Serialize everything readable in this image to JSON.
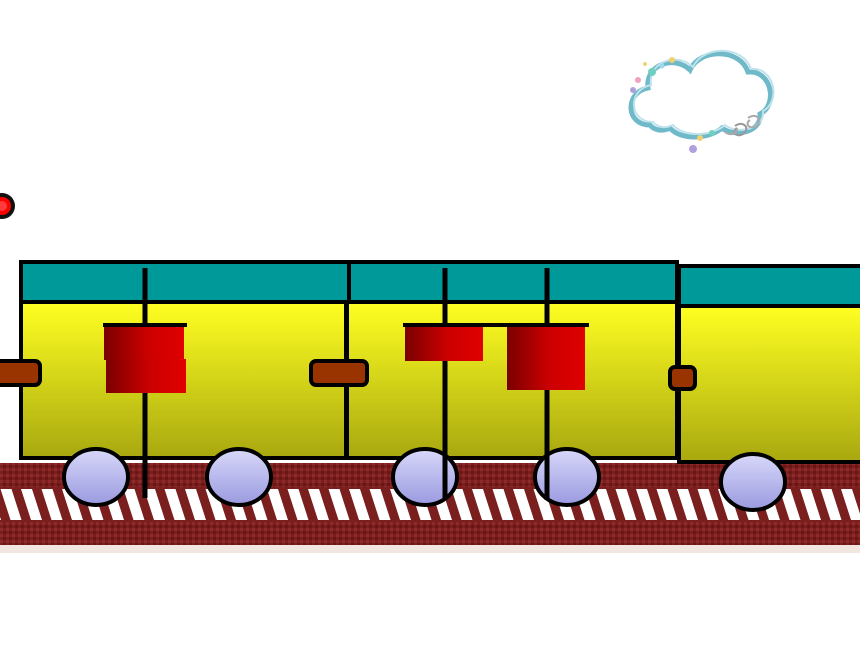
{
  "scene": {
    "background": "#ffffff",
    "sky": {
      "cloud": {
        "icon": "cloud-icon",
        "outline": "#6fb9c9"
      }
    },
    "train": {
      "car_count": 3,
      "roof_color": "#00999a",
      "body_top_color": "#ffff22",
      "body_bottom_color": "#a8a810",
      "outline_color": "#000000",
      "wheel_color": "#b8b8ee",
      "coupler_color": "#993300",
      "counter_block_color": "#cc0000",
      "cars": [
        {
          "poles": [
            {
              "blocks": 2
            }
          ]
        },
        {
          "poles": [
            {
              "blocks": 1
            },
            {
              "blocks": 2
            }
          ]
        },
        {
          "poles": []
        }
      ]
    },
    "track": {
      "rail_color": "#7a1e1e",
      "tie_color": "#ffffff"
    },
    "signal_light": {
      "icon": "signal-light-icon",
      "color": "#ff0000"
    }
  }
}
